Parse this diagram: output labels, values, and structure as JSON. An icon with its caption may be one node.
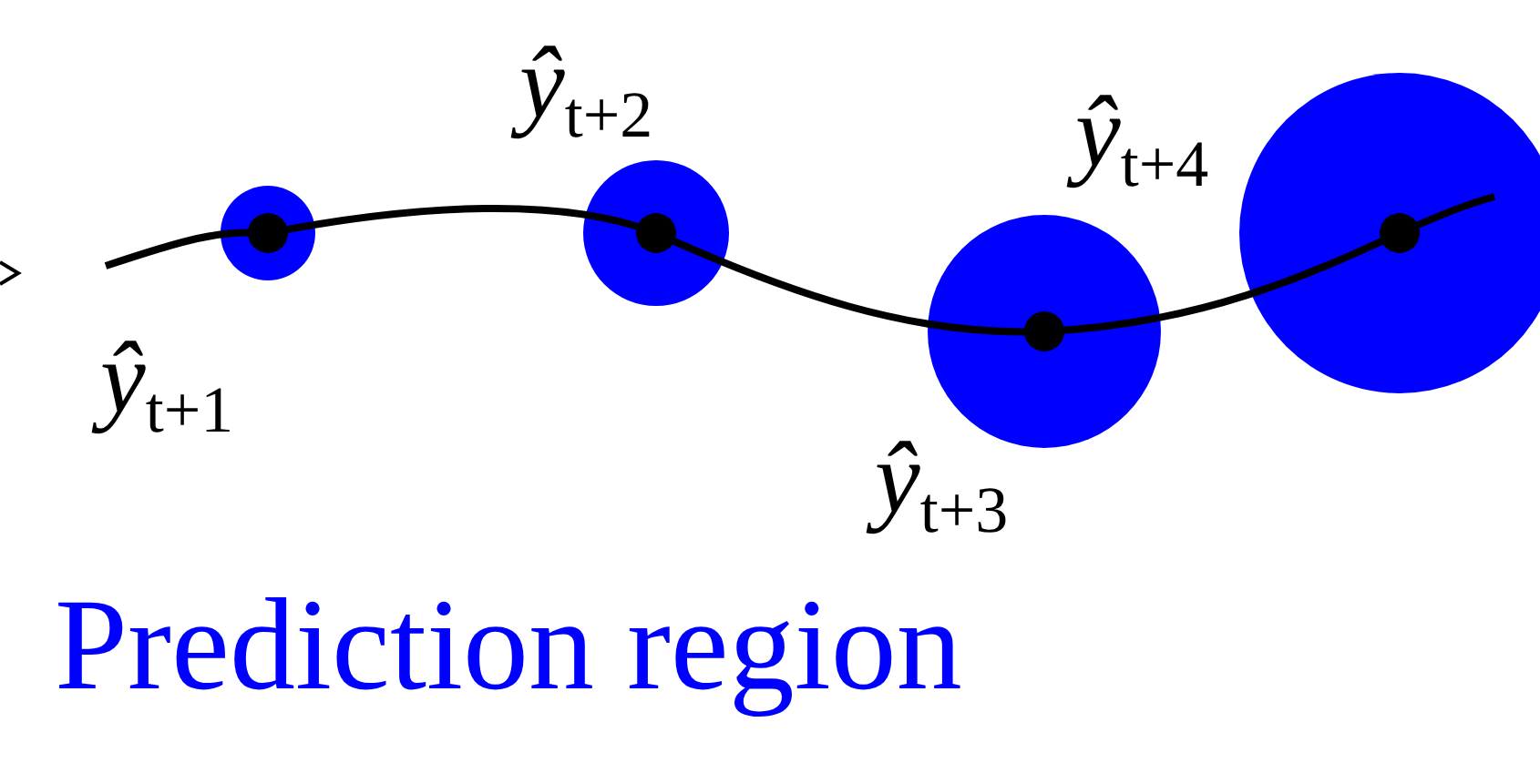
{
  "diagram": {
    "labels": [
      "ŷ$_{t+2}$",
      "ŷ$_{t+4}$",
      "ŷ$_{t+1}$",
      "ŷ$_{t+3}$",
      "Prediction region"
    ]
  }
}
